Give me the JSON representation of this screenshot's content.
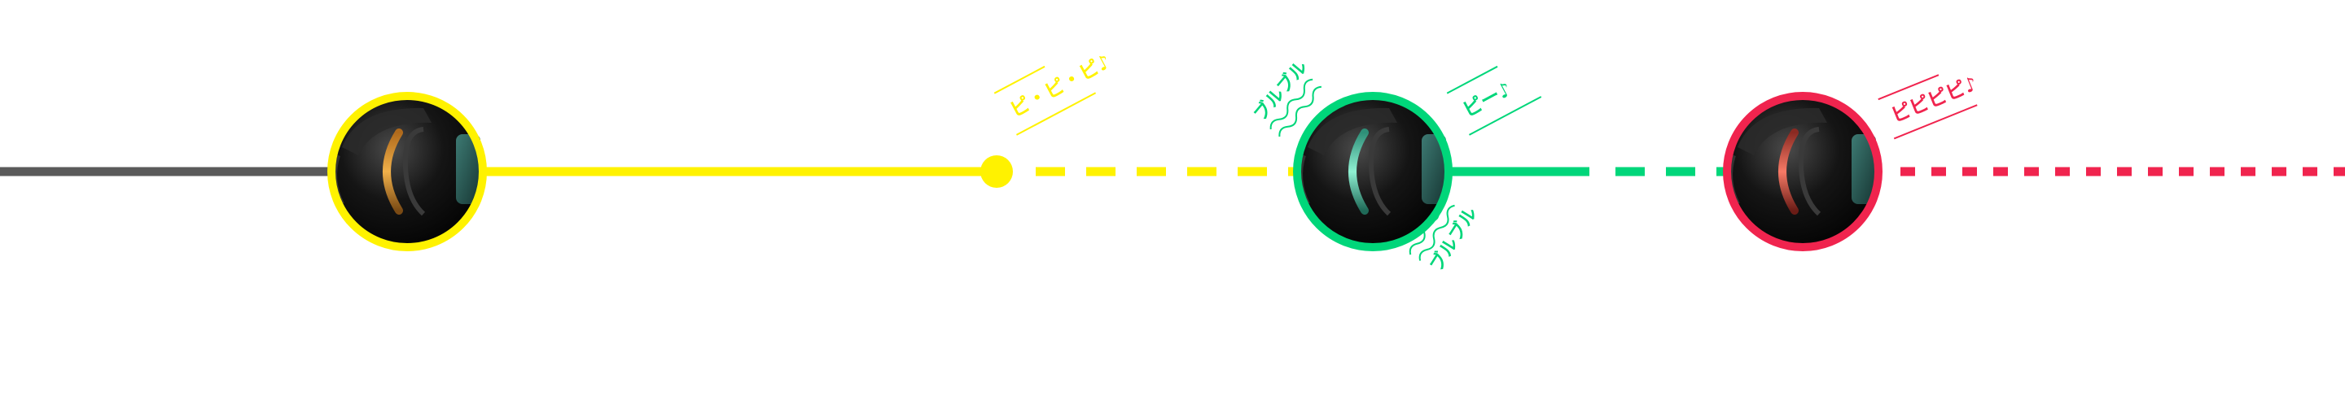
{
  "colors": {
    "background": "#ffffff",
    "idle": "#5a5a5a",
    "yellow": "#fff200",
    "green": "#00d67a",
    "red": "#f0244e",
    "device_body": "#0d0d0d",
    "device_lens": "#2c5c58"
  },
  "states": [
    {
      "id": "idle",
      "color": "#5a5a5a",
      "line": "solid"
    },
    {
      "id": "yellow",
      "color": "#fff200",
      "line": "solid-then-dashed",
      "ring_glow": "#e9a23b"
    },
    {
      "id": "green",
      "color": "#00d67a",
      "line": "solid-then-dashed",
      "ring_glow": "#4fd7b0"
    },
    {
      "id": "red",
      "color": "#f0244e",
      "line": "dotted",
      "ring_glow": "#f06a5a"
    }
  ],
  "sounds": {
    "yellow_beep": "ピ・ピ・ピ♪",
    "green_beep": "ピー♪",
    "red_beep": "ピピピピ♪",
    "vibrate_top": "ブルブル",
    "vibrate_bottom": "ブルブル"
  },
  "icons": {
    "device": "earpiece-device-icon",
    "marker": "timeline-point-icon",
    "vibration": "vibration-wave-icon"
  }
}
